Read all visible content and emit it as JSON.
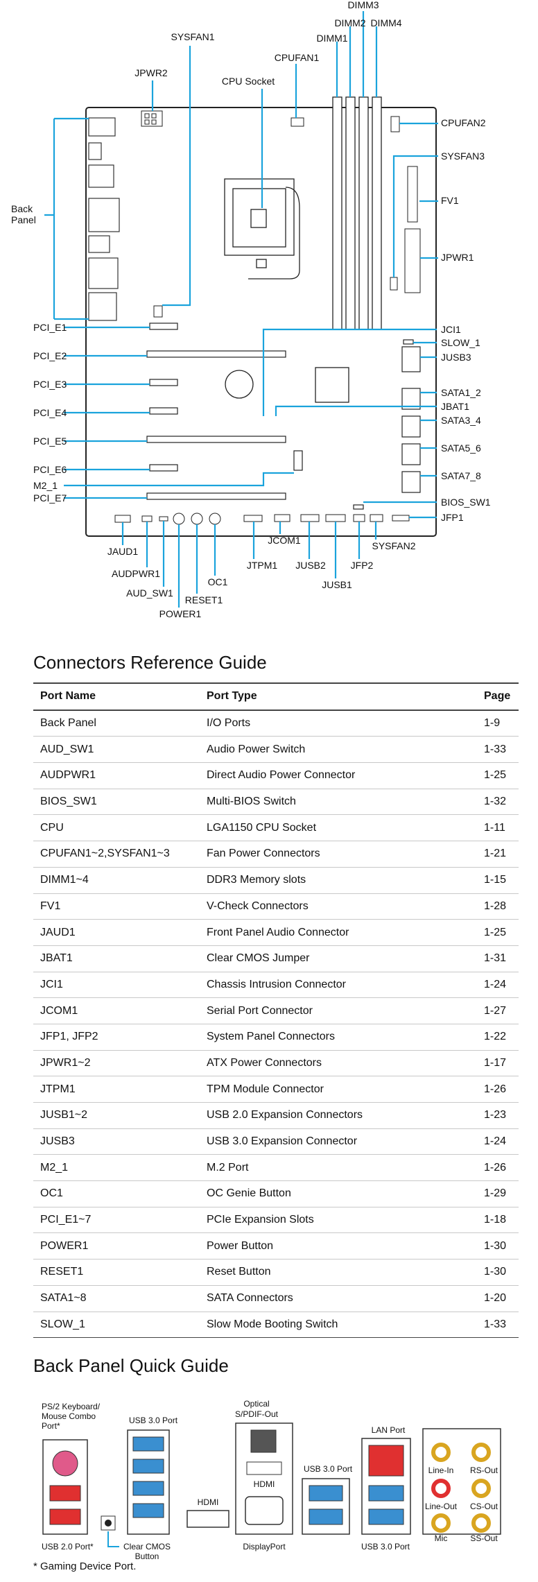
{
  "board_labels": {
    "dimm1": "DIMM1",
    "dimm2": "DIMM2",
    "dimm3": "DIMM3",
    "dimm4": "DIMM4",
    "sysfan1": "SYSFAN1",
    "cpufan1": "CPUFAN1",
    "jpwr2": "JPWR2",
    "cpu_socket": "CPU Socket",
    "cpufan2": "CPUFAN2",
    "sysfan3": "SYSFAN3",
    "back_panel_1": "Back",
    "back_panel_2": "Panel",
    "fv1": "FV1",
    "jpwr1": "JPWR1",
    "pci_e1": "PCI_E1",
    "pci_e2": "PCI_E2",
    "pci_e3": "PCI_E3",
    "pci_e4": "PCI_E4",
    "pci_e5": "PCI_E5",
    "pci_e6": "PCI_E6",
    "m2_1": "M2_1",
    "pci_e7": "PCI_E7",
    "jci1": "JCI1",
    "slow_1": "SLOW_1",
    "jusb3": "JUSB3",
    "sata1_2": "SATA1_2",
    "jbat1": "JBAT1",
    "sata3_4": "SATA3_4",
    "sata5_6": "SATA5_6",
    "sata7_8": "SATA7_8",
    "bios_sw1": "BIOS_SW1",
    "jfp1": "JFP1",
    "jaud1": "JAUD1",
    "audpwr1": "AUDPWR1",
    "aud_sw1": "AUD_SW1",
    "power1": "POWER1",
    "reset1": "RESET1",
    "oc1": "OC1",
    "jtpm1": "JTPM1",
    "jcom1": "JCOM1",
    "jusb2": "JUSB2",
    "jusb1": "JUSB1",
    "jfp2": "JFP2",
    "sysfan2": "SYSFAN2"
  },
  "reference": {
    "title": "Connectors Reference Guide",
    "headers": [
      "Port Name",
      "Port Type",
      "Page"
    ],
    "rows": [
      [
        "Back Panel",
        "I/O Ports",
        "1-9"
      ],
      [
        "AUD_SW1",
        "Audio Power Switch",
        "1-33"
      ],
      [
        "AUDPWR1",
        "Direct Audio Power Connector",
        "1-25"
      ],
      [
        "BIOS_SW1",
        "Multi-BIOS Switch",
        "1-32"
      ],
      [
        "CPU",
        "LGA1150 CPU Socket",
        "1-11"
      ],
      [
        "CPUFAN1~2,SYSFAN1~3",
        "Fan Power Connectors",
        "1-21"
      ],
      [
        "DIMM1~4",
        "DDR3 Memory slots",
        "1-15"
      ],
      [
        "FV1",
        "V-Check Connectors",
        "1-28"
      ],
      [
        "JAUD1",
        "Front Panel Audio Connector",
        "1-25"
      ],
      [
        "JBAT1",
        "Clear CMOS Jumper",
        "1-31"
      ],
      [
        "JCI1",
        "Chassis Intrusion Connector",
        "1-24"
      ],
      [
        "JCOM1",
        "Serial Port Connector",
        "1-27"
      ],
      [
        "JFP1, JFP2",
        "System Panel Connectors",
        "1-22"
      ],
      [
        "JPWR1~2",
        "ATX Power Connectors",
        "1-17"
      ],
      [
        "JTPM1",
        "TPM Module Connector",
        "1-26"
      ],
      [
        "JUSB1~2",
        "USB 2.0 Expansion Connectors",
        "1-23"
      ],
      [
        "JUSB3",
        "USB 3.0 Expansion Connector",
        "1-24"
      ],
      [
        "M2_1",
        "M.2 Port",
        "1-26"
      ],
      [
        "OC1",
        "OC Genie Button",
        "1-29"
      ],
      [
        "PCI_E1~7",
        "PCIe Expansion Slots",
        "1-18"
      ],
      [
        "POWER1",
        "Power Button",
        "1-30"
      ],
      [
        "RESET1",
        "Reset Button",
        "1-30"
      ],
      [
        "SATA1~8",
        "SATA Connectors",
        "1-20"
      ],
      [
        "SLOW_1",
        "Slow Mode Booting Switch",
        "1-33"
      ]
    ]
  },
  "back_panel": {
    "title": "Back Panel Quick Guide",
    "ps2_1": "PS/2 Keyboard/",
    "ps2_2": "Mouse Combo",
    "ps2_3": "Port*",
    "usb30_a": "USB 3.0 Port",
    "optical_1": "Optical",
    "optical_2": "S/PDIF-Out",
    "hdmi_inner": "HDMI",
    "hdmi_port": "HDMI",
    "usb30_b": "USB 3.0 Port",
    "lan": "LAN Port",
    "line_in": "Line-In",
    "rs_out": "RS-Out",
    "line_out": "Line-Out",
    "cs_out": "CS-Out",
    "mic": "Mic",
    "ss_out": "SS-Out",
    "usb20": "USB 2.0 Port*",
    "clear_cmos_1": "Clear CMOS",
    "clear_cmos_2": "Button",
    "displayport": "DisplayPort",
    "usb30_c": "USB 3.0 Port",
    "footnote": "* Gaming Device Port."
  },
  "colors": {
    "leader": "#1aa3dc",
    "accent_red": "#e03030",
    "audio_gold": "#d9a520"
  }
}
